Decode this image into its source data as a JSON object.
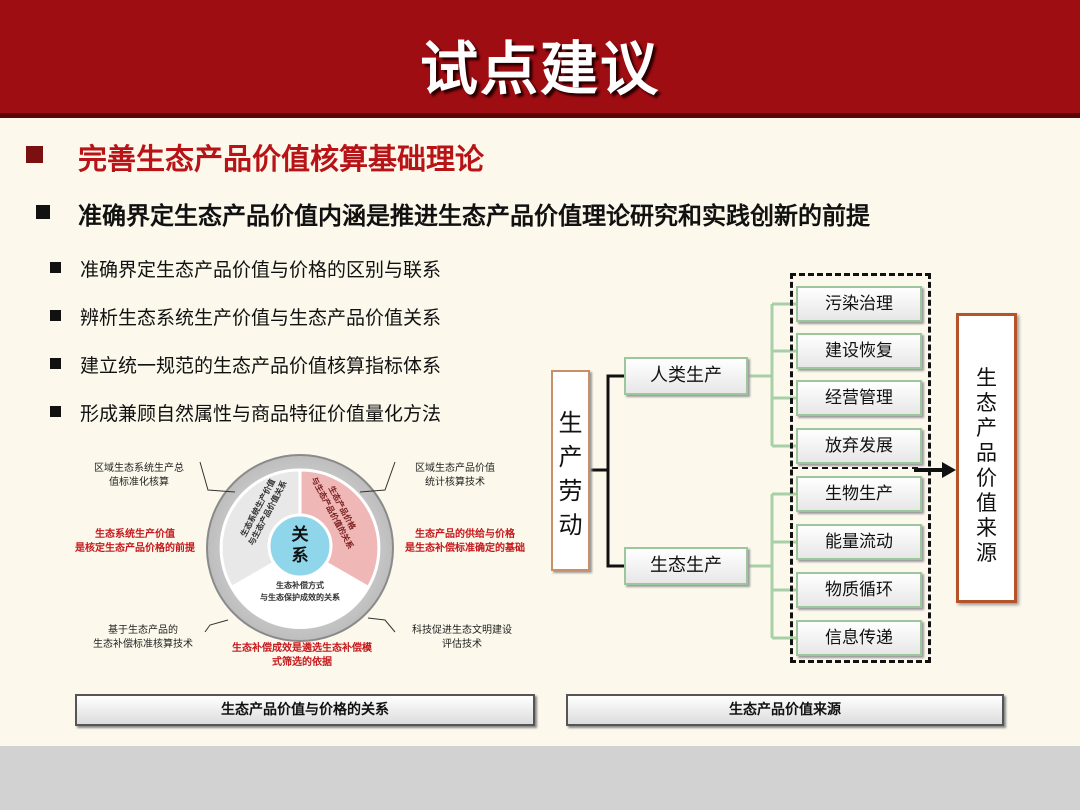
{
  "title": "试点建议",
  "section": {
    "heading": "完善生态产品价值核算基础理论",
    "subheading": "准确界定生态产品价值内涵是推进生态产品价值理论研究和实践创新的前提",
    "points": [
      "准确界定生态产品价值与价格的区别与联系",
      "辨析生态系统生产价值与生态产品价值关系",
      "建立统一规范的生态产品价值核算指标体系",
      "形成兼顾自然属性与商品特征价值量化方法"
    ]
  },
  "colors": {
    "header": "#9e0d12",
    "accent_red": "#b81418",
    "bullet": "#7a1010"
  },
  "left_diagram": {
    "center": [
      "关",
      "系"
    ],
    "segments": {
      "left": [
        "生态系统生产价值",
        "与生态产品价值关系"
      ],
      "right": [
        "生态产品价格",
        "与生态产品价值的关系"
      ],
      "bottom": [
        "生态补偿方式",
        "与生态保护成效的关系"
      ]
    },
    "annotations": {
      "top_left": [
        "区域生态系统生产总",
        "值标准化核算"
      ],
      "top_right": [
        "区域生态产品价值",
        "统计核算技术"
      ],
      "mid_left": [
        "生态系统生产价值",
        "是核定生态产品价格的前提"
      ],
      "mid_right": [
        "生态产品的供给与价格",
        "是生态补偿标准确定的基础"
      ],
      "bottom_left": [
        "基于生态产品的",
        "生态补偿标准核算技术"
      ],
      "bottom_right": [
        "科技促进生态文明建设",
        "评估技术"
      ],
      "bottom_center": [
        "生态补偿成效是遴选生态补偿模",
        "式筛选的依据"
      ]
    },
    "caption": "生态产品价值与价格的关系"
  },
  "right_diagram": {
    "labor": [
      "生",
      "产",
      "劳",
      "动"
    ],
    "human": "人类生产",
    "eco": "生态生产",
    "human_items": [
      "污染治理",
      "建设恢复",
      "经营管理",
      "放弃发展"
    ],
    "eco_items": [
      "生物生产",
      "能量流动",
      "物质循环",
      "信息传递"
    ],
    "source": [
      "生",
      "态",
      "产",
      "品",
      "价",
      "值",
      "来",
      "源"
    ],
    "caption": "生态产品价值来源"
  }
}
